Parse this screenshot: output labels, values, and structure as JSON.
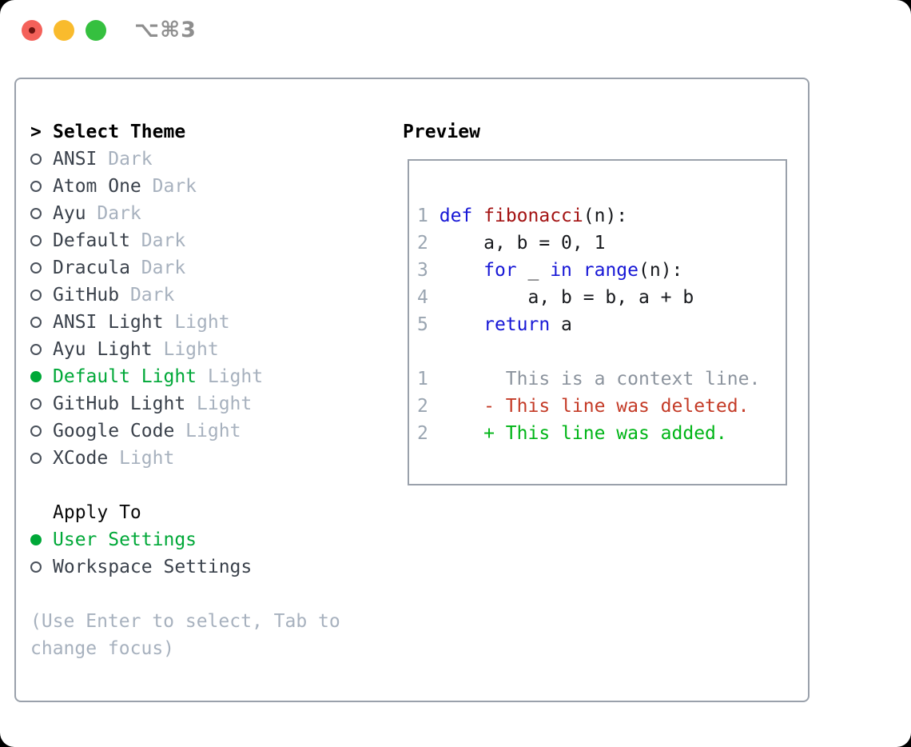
{
  "window": {
    "shortcut_label": "⌥⌘3",
    "traffic_lights": [
      {
        "name": "close-button",
        "color": "#f4615a",
        "has_dot": true
      },
      {
        "name": "minimize-button",
        "color": "#f9bb2d",
        "has_dot": false
      },
      {
        "name": "zoom-button",
        "color": "#35c03f",
        "has_dot": false
      }
    ]
  },
  "colors": {
    "traffic-red": "#f4615a",
    "traffic-red-dot": "#6d1410",
    "traffic-yellow": "#f9bb2d",
    "traffic-green": "#35c03f",
    "shortcut-gray": "#8e8e8e",
    "border-gray": "#9aa1ab",
    "radio-outline": "#4a515b",
    "item-text": "#3a414b",
    "muted-gray": "#a7b1be",
    "selected-green": "#00a838",
    "keyword-blue": "#1717d6",
    "function-red": "#a31212",
    "line-number-gray": "#9aa5b1",
    "context-gray": "#8c949e",
    "diff-red": "#c43b27",
    "diff-green": "#00b517"
  },
  "theme_list": {
    "prompt": ">",
    "heading": "Select Theme",
    "items": [
      {
        "name": "ANSI",
        "variant": "Dark",
        "selected": false
      },
      {
        "name": "Atom One",
        "variant": "Dark",
        "selected": false
      },
      {
        "name": "Ayu",
        "variant": "Dark",
        "selected": false
      },
      {
        "name": "Default",
        "variant": "Dark",
        "selected": false
      },
      {
        "name": "Dracula",
        "variant": "Dark",
        "selected": false
      },
      {
        "name": "GitHub",
        "variant": "Dark",
        "selected": false
      },
      {
        "name": "ANSI Light",
        "variant": "Light",
        "selected": false
      },
      {
        "name": "Ayu Light",
        "variant": "Light",
        "selected": false
      },
      {
        "name": "Default Light",
        "variant": "Light",
        "selected": true
      },
      {
        "name": "GitHub Light",
        "variant": "Light",
        "selected": false
      },
      {
        "name": "Google Code",
        "variant": "Light",
        "selected": false
      },
      {
        "name": "XCode",
        "variant": "Light",
        "selected": false
      }
    ]
  },
  "apply_to": {
    "heading": "Apply To",
    "options": [
      {
        "label": "User Settings",
        "selected": true
      },
      {
        "label": "Workspace Settings",
        "selected": false
      }
    ]
  },
  "help_text": "(Use Enter to select, Tab to change focus)",
  "preview": {
    "heading": "Preview",
    "lines": [
      {
        "kind": "code",
        "num": "1",
        "segs": [
          [
            "kw",
            "def"
          ],
          [
            "pl",
            " "
          ],
          [
            "fn",
            "fibonacci"
          ],
          [
            "pl",
            "(n):"
          ]
        ]
      },
      {
        "kind": "code",
        "num": "2",
        "segs": [
          [
            "pl",
            "    a, b = 0, 1"
          ]
        ]
      },
      {
        "kind": "code",
        "num": "3",
        "segs": [
          [
            "pl",
            "    "
          ],
          [
            "kw",
            "for"
          ],
          [
            "pl",
            " _ "
          ],
          [
            "kw",
            "in"
          ],
          [
            "pl",
            " "
          ],
          [
            "kw",
            "range"
          ],
          [
            "pl",
            "(n):"
          ]
        ]
      },
      {
        "kind": "code",
        "num": "4",
        "segs": [
          [
            "pl",
            "        a, b = b, a + b"
          ]
        ]
      },
      {
        "kind": "code",
        "num": "5",
        "segs": [
          [
            "pl",
            "    "
          ],
          [
            "kw",
            "return"
          ],
          [
            "pl",
            " a"
          ]
        ]
      },
      {
        "kind": "blank",
        "num": "",
        "segs": []
      },
      {
        "kind": "diff-context",
        "num": "1",
        "segs": [
          [
            "ctx",
            "      This is a context line."
          ]
        ]
      },
      {
        "kind": "diff-deleted",
        "num": "2",
        "segs": [
          [
            "del",
            "    - This line was deleted."
          ]
        ]
      },
      {
        "kind": "diff-added",
        "num": "2",
        "segs": [
          [
            "add",
            "    + This line was added."
          ]
        ]
      }
    ]
  }
}
